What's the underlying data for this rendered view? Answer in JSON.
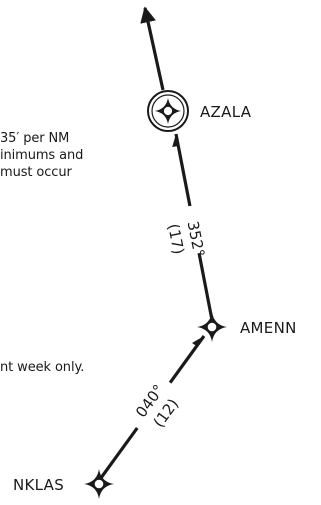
{
  "notes": [
    "35′ per NM",
    "inimums and",
    "must occur",
    "nt week only."
  ],
  "fixes": {
    "azala": {
      "name": "AZALA",
      "type": "flyover-waypoint"
    },
    "amenn": {
      "name": "AMENN",
      "type": "flyby-waypoint"
    },
    "nklas": {
      "name": "NKLAS",
      "type": "flyby-waypoint"
    }
  },
  "legs": {
    "amenn_azala": {
      "course": "352°",
      "distance": "(17)"
    },
    "nklas_amenn": {
      "course": "040°",
      "distance": "(12)"
    }
  },
  "colors": {
    "ink": "#1a1a1a",
    "background": "#ffffff"
  }
}
